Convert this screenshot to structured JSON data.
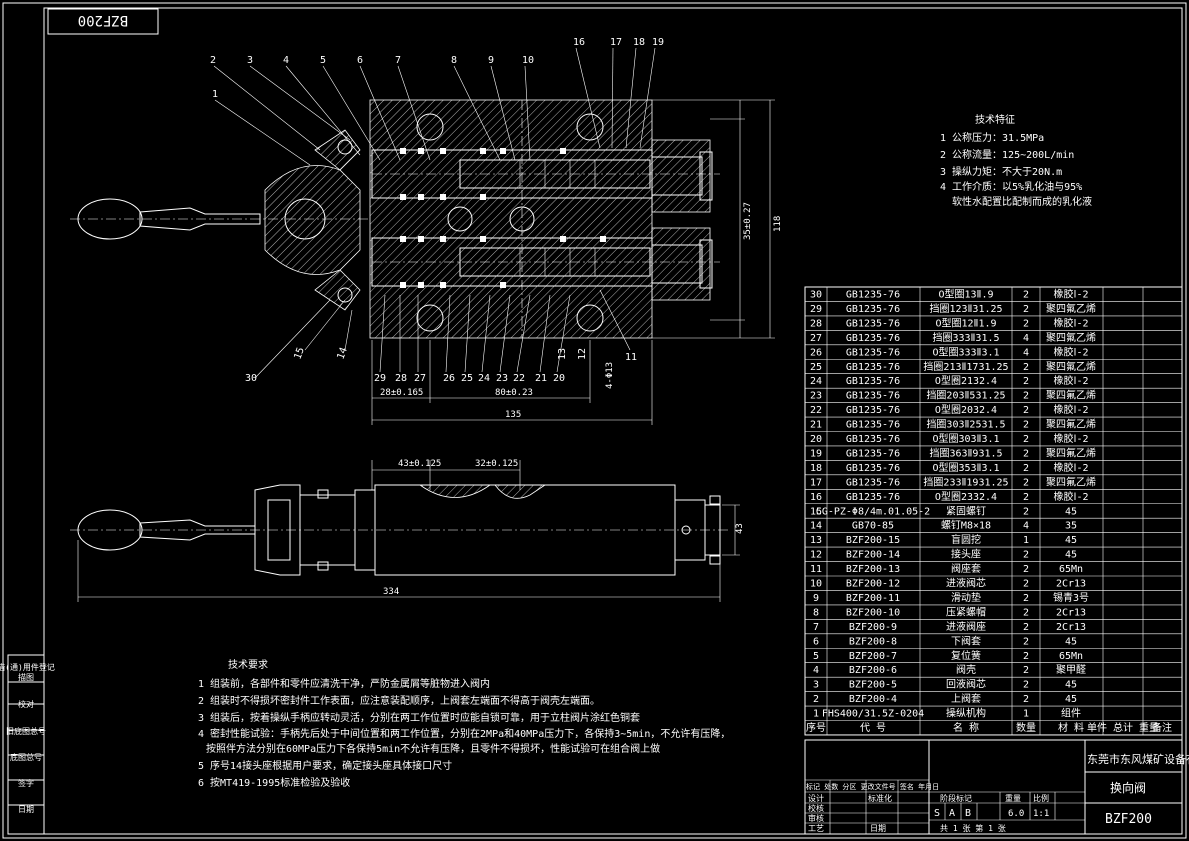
{
  "drawing_code_box": "BZF200",
  "balloons": [
    "1",
    "2",
    "3",
    "4",
    "5",
    "6",
    "7",
    "8",
    "9",
    "10",
    "16",
    "17",
    "18",
    "19",
    "30",
    "15",
    "14",
    "29",
    "28",
    "27",
    "26",
    "25",
    "24",
    "23",
    "22",
    "21",
    "20",
    "13",
    "12",
    "11"
  ],
  "dimensions": {
    "d_28": "28±0.165",
    "d_80": "80±0.23",
    "d_135": "135",
    "d_4phi13": "4-Φ13",
    "d_35": "35±0.27",
    "d_118": "118",
    "d_43h": "43±0.125",
    "d_32": "32±0.125",
    "d_43v": "43",
    "d_334": "334"
  },
  "tech_features": {
    "title": "技术特征",
    "items": [
      "1 公称压力：31.5MPa",
      "2 公称流量：125~200L/min",
      "3 操纵力矩：不大于20N.m",
      "4 工作介质：以5%乳化油与95%",
      "软性水配置比配制而成的乳化液"
    ]
  },
  "tech_requirements": {
    "title": "技术要求",
    "items": [
      "1 组装前，各部件和零件应清洗干净，严防金属屑等脏物进入阀内",
      "2 组装时不得损坏密封件工作表面，应注意装配顺序，上阀套左端面不得高于阀壳左端面。",
      "3 组装后，按着操纵手柄应转动灵活，分别在两工作位置时应能自锁可靠，用于立柱阀片涂红色铜套",
      "4 密封性能试验：手柄先后处于中间位置和两工作位置，分别在2MPa和40MPa压力下，各保持3~5min，不允许有压降，",
      "按照伴方法分别在60MPa压力下各保持5min不允许有压降，且零件不得损坏，性能试验可在组合阀上做",
      "5 序号14接头座根据用户要求，确定接头座具体接口尺寸",
      "6 按MT419-1995标准检验及验收"
    ]
  },
  "bom": [
    [
      "30",
      "GB1235-76",
      "O型圈13Ⅱ.9",
      "2",
      "橡胶Ⅰ-2",
      ""
    ],
    [
      "29",
      "GB1235-76",
      "挡圈123Ⅱ31.25",
      "2",
      "聚四氟乙烯",
      ""
    ],
    [
      "28",
      "GB1235-76",
      "O型圈12Ⅱ1.9",
      "2",
      "橡胶Ⅰ-2",
      ""
    ],
    [
      "27",
      "GB1235-76",
      "挡圈333Ⅱ31.5",
      "4",
      "聚四氟乙烯",
      ""
    ],
    [
      "26",
      "GB1235-76",
      "O型圈333Ⅱ3.1",
      "4",
      "橡胶Ⅰ-2",
      ""
    ],
    [
      "25",
      "GB1235-76",
      "挡圈213Ⅱ1731.25",
      "2",
      "聚四氟乙烯",
      ""
    ],
    [
      "24",
      "GB1235-76",
      "O型圈2132.4",
      "2",
      "橡胶Ⅰ-2",
      ""
    ],
    [
      "23",
      "GB1235-76",
      "挡圈203Ⅱ531.25",
      "2",
      "聚四氟乙烯",
      ""
    ],
    [
      "22",
      "GB1235-76",
      "O型圈2032.4",
      "2",
      "橡胶Ⅰ-2",
      ""
    ],
    [
      "21",
      "GB1235-76",
      "挡圈303Ⅱ2531.5",
      "2",
      "聚四氟乙烯",
      ""
    ],
    [
      "20",
      "GB1235-76",
      "O型圈303Ⅱ3.1",
      "2",
      "橡胶Ⅰ-2",
      ""
    ],
    [
      "19",
      "GB1235-76",
      "挡圈363Ⅱ931.5",
      "2",
      "聚四氟乙烯",
      ""
    ],
    [
      "18",
      "GB1235-76",
      "O型圈353Ⅱ3.1",
      "2",
      "橡胶Ⅰ-2",
      ""
    ],
    [
      "17",
      "GB1235-76",
      "挡圈233Ⅱ1931.25",
      "2",
      "聚四氟乙烯",
      ""
    ],
    [
      "16",
      "GB1235-76",
      "O型圈2332.4",
      "2",
      "橡胶Ⅰ-2",
      ""
    ],
    [
      "15",
      "CG-PZ-Φ8/4m.01.05-2",
      "紧固螺钉",
      "2",
      "45",
      ""
    ],
    [
      "14",
      "GB70-85",
      "螺钉M8×18",
      "4",
      "35",
      ""
    ],
    [
      "13",
      "BZF200-15",
      "盲圆挖",
      "1",
      "45",
      ""
    ],
    [
      "12",
      "BZF200-14",
      "接头座",
      "2",
      "45",
      ""
    ],
    [
      "11",
      "BZF200-13",
      "阀座套",
      "2",
      "65Mn",
      ""
    ],
    [
      "10",
      "BZF200-12",
      "进液阀芯",
      "2",
      "2Cr13",
      ""
    ],
    [
      "9",
      "BZF200-11",
      "滑动垫",
      "2",
      "锡青3号",
      ""
    ],
    [
      "8",
      "BZF200-10",
      "压紧螺帽",
      "2",
      "2Cr13",
      ""
    ],
    [
      "7",
      "BZF200-9",
      "进液阀座",
      "2",
      "2Cr13",
      ""
    ],
    [
      "6",
      "BZF200-8",
      "下阀套",
      "2",
      "45",
      ""
    ],
    [
      "5",
      "BZF200-7",
      "复位簧",
      "2",
      "65Mn",
      ""
    ],
    [
      "4",
      "BZF200-6",
      "阀壳",
      "2",
      "聚甲醛",
      ""
    ],
    [
      "3",
      "BZF200-5",
      "回液阀芯",
      "2",
      "45",
      ""
    ],
    [
      "2",
      "BZF200-4",
      "上阀套",
      "2",
      "45",
      ""
    ],
    [
      "1",
      "FHS400/31.5Z-0204",
      "操纵机构",
      "1",
      "组件",
      ""
    ]
  ],
  "bom_header": {
    "no": "序号",
    "code": "代    号",
    "name": "名    称",
    "qty": "数量",
    "material": "材    料",
    "weight": "单件 总计 重量",
    "remark": "备注"
  },
  "title_block": {
    "company": "东莞市东风煤矿设备有限公司",
    "part_name": "换向阀",
    "drawing_no": "BZF200",
    "stage_label": "阶段标记",
    "weight_label": "重量",
    "scale_label": "比例",
    "weight": "6.0",
    "scale": "1:1",
    "stages": [
      "S",
      "A",
      "B"
    ],
    "sheets": "共  1  张   第  1  张",
    "rev_header": "标记 处数 分区 更改文件号 签名 年月日",
    "rows": [
      [
        "设计",
        "",
        "标准化",
        ""
      ],
      [
        "校核",
        "",
        "",
        ""
      ],
      [
        "审核",
        "",
        "",
        ""
      ],
      [
        "工艺",
        "",
        "日期",
        ""
      ]
    ]
  },
  "left_strip": [
    "借(通)用件登记",
    "描图",
    "校对",
    "旧底图总号",
    "底图总号",
    "签字",
    "日期"
  ]
}
